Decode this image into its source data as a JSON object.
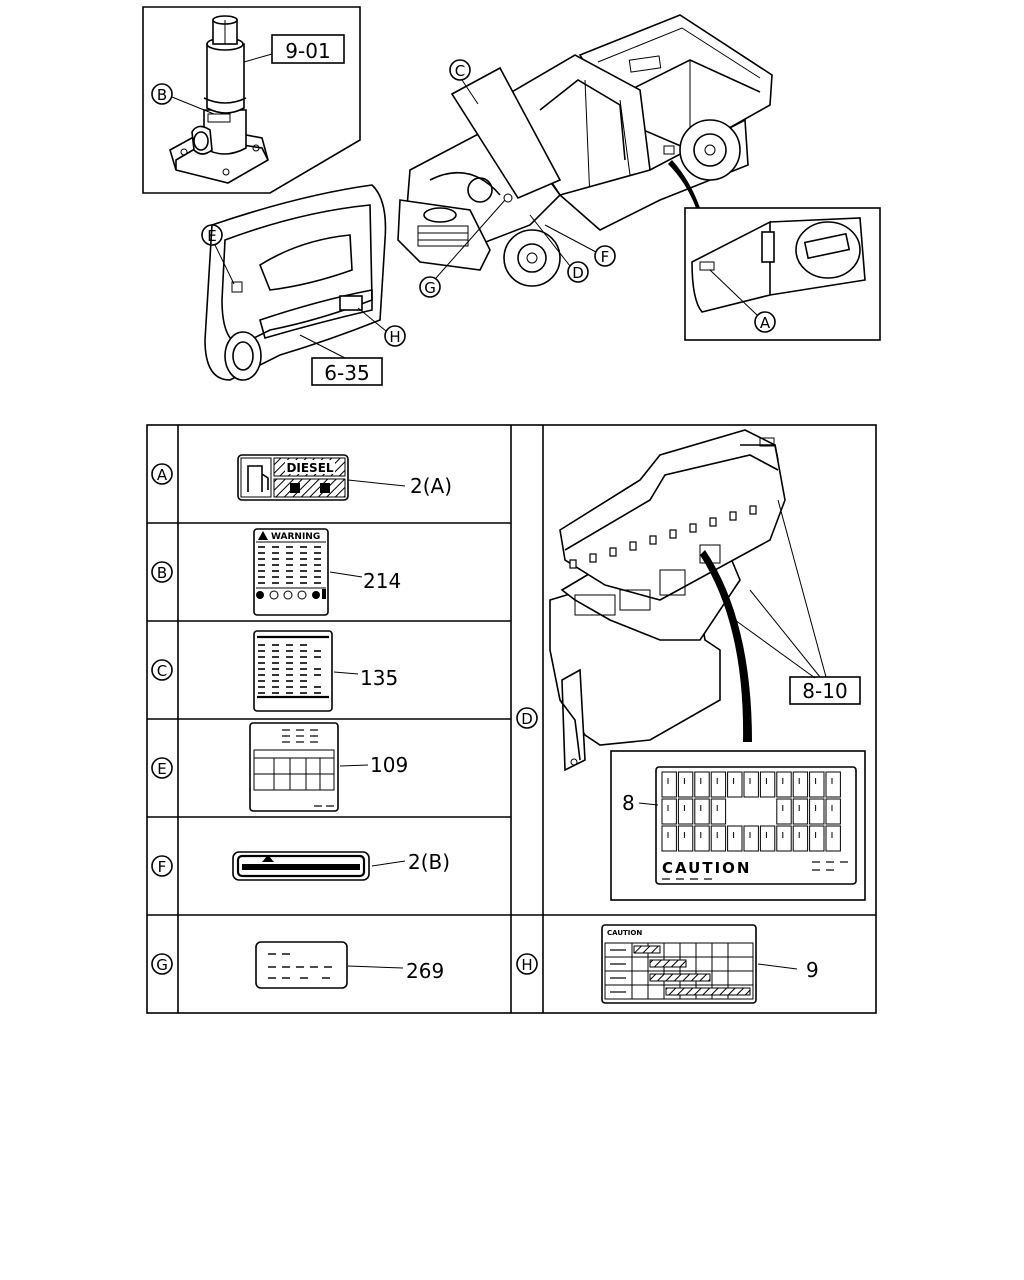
{
  "callouts": {
    "jack_ref": "9-01",
    "door_ref": "6-35",
    "fusebox_ref": "8-10",
    "A": "A",
    "B": "B",
    "C": "C",
    "D": "D",
    "E": "E",
    "F": "F",
    "G": "G",
    "H": "H"
  },
  "table": {
    "rows": [
      {
        "key": "A",
        "part": "2(A)"
      },
      {
        "key": "B",
        "part": "214"
      },
      {
        "key": "C",
        "part": "135"
      },
      {
        "key": "E",
        "part": "109"
      },
      {
        "key": "F",
        "part": "2(B)"
      },
      {
        "key": "G",
        "part": "269"
      }
    ],
    "D": {
      "key": "D",
      "part": "8"
    },
    "H": {
      "key": "H",
      "part": "9"
    }
  },
  "labels": {
    "diesel": "DIESEL",
    "warning": "WARNING",
    "caution_fuse": "CAUTION",
    "caution_small": "CAUTION"
  }
}
